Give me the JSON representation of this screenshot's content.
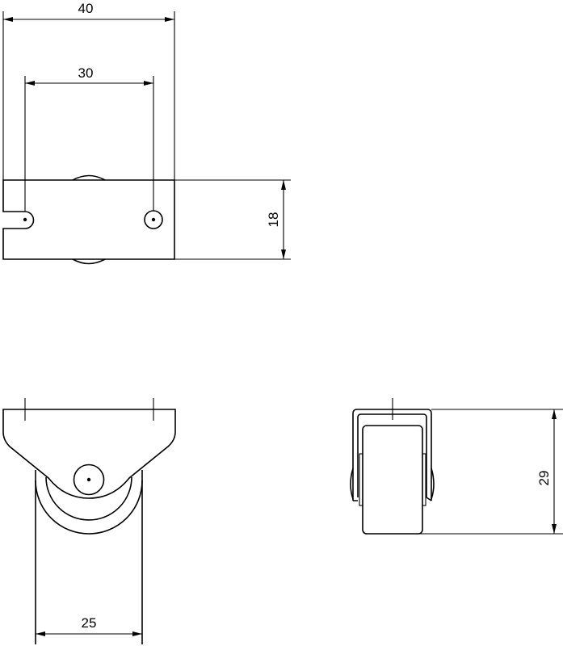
{
  "drawing": {
    "top_view": {
      "dimensions": {
        "overall_width": "40",
        "hole_spacing": "30",
        "height": "18"
      }
    },
    "front_view": {
      "dimensions": {
        "wheel_width": "25"
      }
    },
    "side_view": {
      "dimensions": {
        "overall_height": "29"
      }
    },
    "colors": {
      "line": "#000000",
      "background": "#ffffff"
    }
  }
}
